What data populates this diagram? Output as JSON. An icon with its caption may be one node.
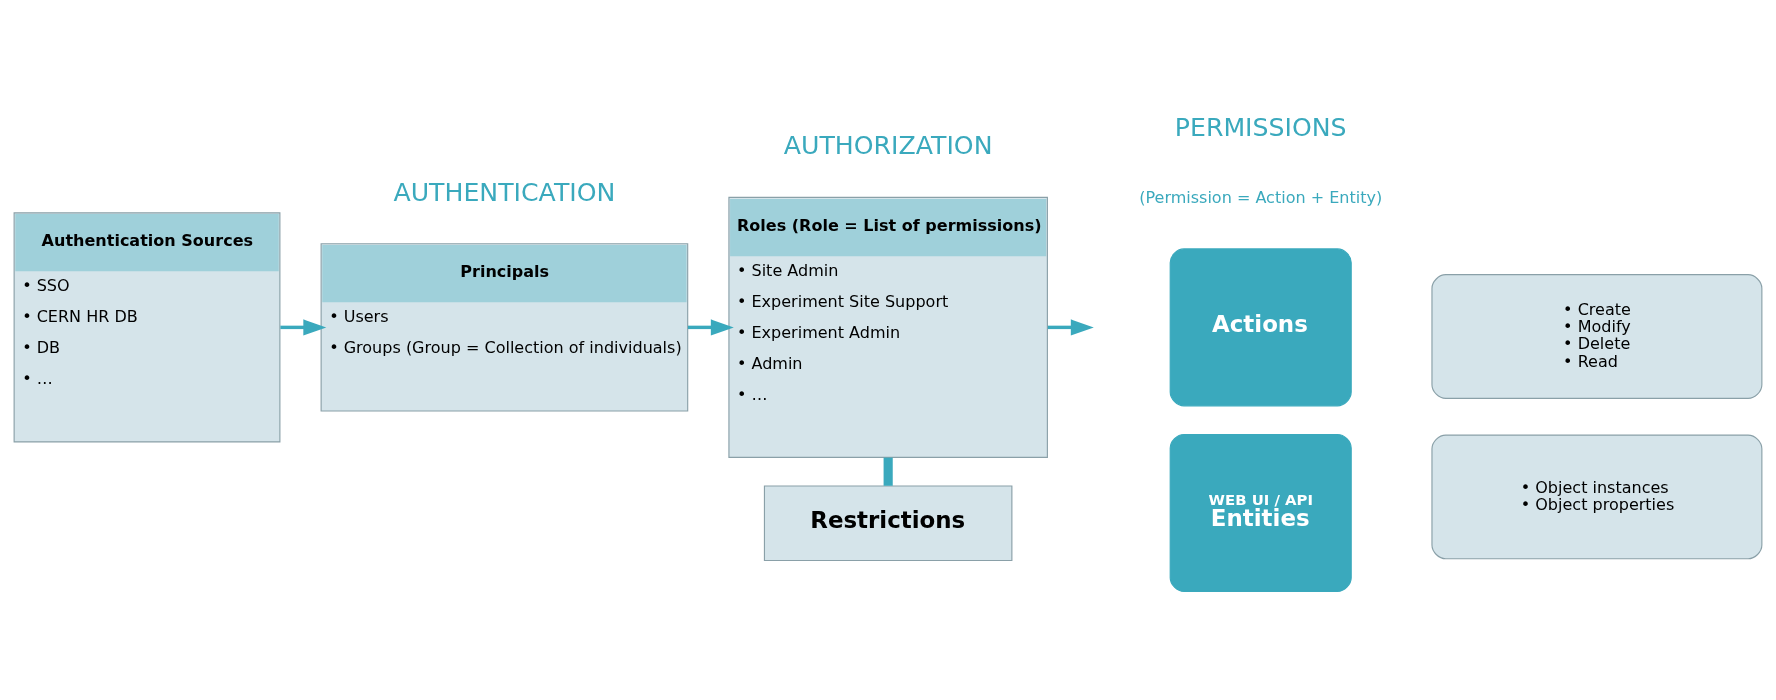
{
  "diagram": {
    "nodes": [
      {
        "text": [
          "Authentication Sources",
          "• SSO",
          "• CERN HR DB",
          "• DB",
          "• …"
        ]
      },
      {
        "text": [
          "Principals",
          "• Users",
          "• Groups (Group = Collection of individuals)"
        ]
      },
      {
        "text": [
          "Roles (Role = List of permissions)",
          "• Site Admin",
          "• Experiment Site Support",
          "• Experiment Admin",
          "• Admin",
          "• …"
        ]
      },
      {
        "text": [
          "Restrictions"
        ]
      },
      {
        "text": [
          "Actions"
        ]
      },
      {
        "text": [
          "• Create",
          "• Modify",
          "• Delete",
          "• Read"
        ]
      },
      {
        "text": [
          "WEB UI / API",
          "Entities"
        ]
      },
      {
        "text": [
          "• Object instances",
          "• Object properties"
        ]
      }
    ],
    "edges": [
      {
        "from": 0,
        "to": 1,
        "arrow": "to"
      },
      {
        "from": 1,
        "to": 2,
        "arrow": "to"
      },
      {
        "from": 2,
        "to": null,
        "arrow": "to"
      },
      {
        "from": 2,
        "to": 3,
        "arrow": "none",
        "style": "thick"
      }
    ],
    "labels": [
      "AUTHENTICATION",
      "AUTHORIZATION",
      "PERMISSIONS",
      "(Permission = Action + Entity)"
    ]
  }
}
